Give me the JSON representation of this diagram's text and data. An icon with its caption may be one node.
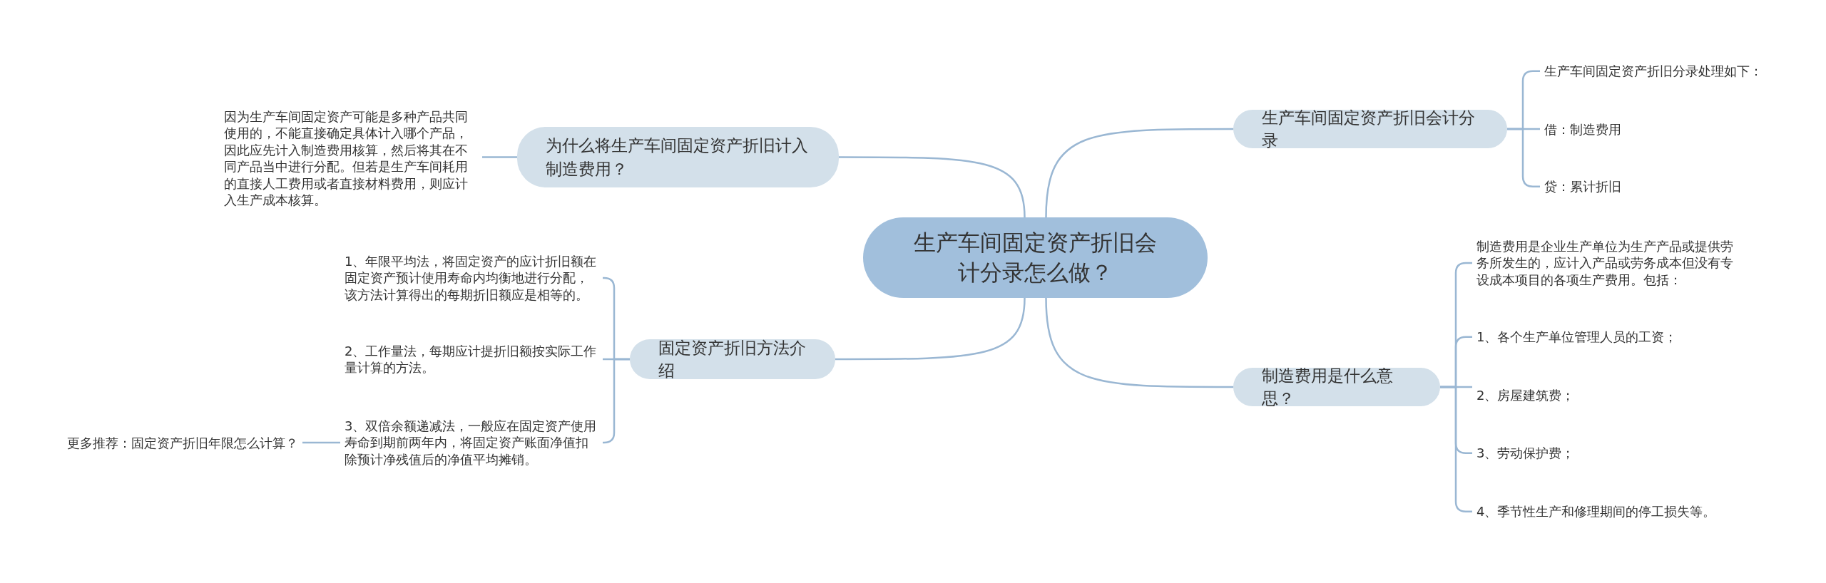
{
  "diagram": {
    "nodes": [
      {
        "text": [
          "生产车间固定资产折旧会计分录怎么做？"
        ]
      },
      {
        "text": [
          "为什么将生产车间固定资产折旧计入制造费用？"
        ]
      },
      {
        "text": [
          "因为生产车间固定资产可能是多种产品共同使用的，不能直接确定具体计入哪个产品，因此应先计入制造费用核算，然后将其在不同产品当中进行分配。但若是生产车间耗用的直接人工费用或者直接材料费用，则应计入生产成本核算。"
        ]
      },
      {
        "text": [
          "固定资产折旧方法介绍"
        ]
      },
      {
        "text": [
          "1、年限平均法，将固定资产的应计折旧额在固定资产预计使用寿命内均衡地进行分配，该方法计算得出的每期折旧额应是相等的。"
        ]
      },
      {
        "text": [
          "2、工作量法，每期应计提折旧额按实际工作量计算的方法。"
        ]
      },
      {
        "text": [
          "3、双倍余额递减法，一般应在固定资产使用寿命到期前两年内，将固定资产账面净值扣除预计净残值后的净值平均摊销。"
        ]
      },
      {
        "text": [
          "更多推荐：固定资产折旧年限怎么计算？"
        ]
      },
      {
        "text": [
          "生产车间固定资产折旧会计分录"
        ]
      },
      {
        "text": [
          "生产车间固定资产折旧分录处理如下："
        ]
      },
      {
        "text": [
          "借：制造费用"
        ]
      },
      {
        "text": [
          "贷：累计折旧"
        ]
      },
      {
        "text": [
          "制造费用是什么意思？"
        ]
      },
      {
        "text": [
          "制造费用是企业生产单位为生产产品或提供劳务所发生的，应计入产品或劳务成本但没有专设成本项目的各项生产费用。包括："
        ]
      },
      {
        "text": [
          "1、各个生产单位管理人员的工资；"
        ]
      },
      {
        "text": [
          "2、房屋建筑费；"
        ]
      },
      {
        "text": [
          "3、劳动保护费；"
        ]
      },
      {
        "text": [
          "4、季节性生产和修理期间的停工损失等。"
        ]
      }
    ],
    "edges": [
      {
        "from": 0,
        "to": 1,
        "arrow": "none"
      },
      {
        "from": 1,
        "to": 2,
        "arrow": "none"
      },
      {
        "from": 0,
        "to": 3,
        "arrow": "none"
      },
      {
        "from": 3,
        "to": 4,
        "arrow": "none"
      },
      {
        "from": 3,
        "to": 5,
        "arrow": "none"
      },
      {
        "from": 3,
        "to": 6,
        "arrow": "none"
      },
      {
        "from": 6,
        "to": 7,
        "arrow": "none"
      },
      {
        "from": 0,
        "to": 8,
        "arrow": "none"
      },
      {
        "from": 8,
        "to": 9,
        "arrow": "none"
      },
      {
        "from": 8,
        "to": 10,
        "arrow": "none"
      },
      {
        "from": 8,
        "to": 11,
        "arrow": "none"
      },
      {
        "from": 0,
        "to": 12,
        "arrow": "none"
      },
      {
        "from": 12,
        "to": 13,
        "arrow": "none"
      },
      {
        "from": 12,
        "to": 14,
        "arrow": "none"
      },
      {
        "from": 12,
        "to": 15,
        "arrow": "none"
      },
      {
        "from": 12,
        "to": 16,
        "arrow": "none"
      },
      {
        "from": 12,
        "to": 17,
        "arrow": "none"
      }
    ]
  }
}
